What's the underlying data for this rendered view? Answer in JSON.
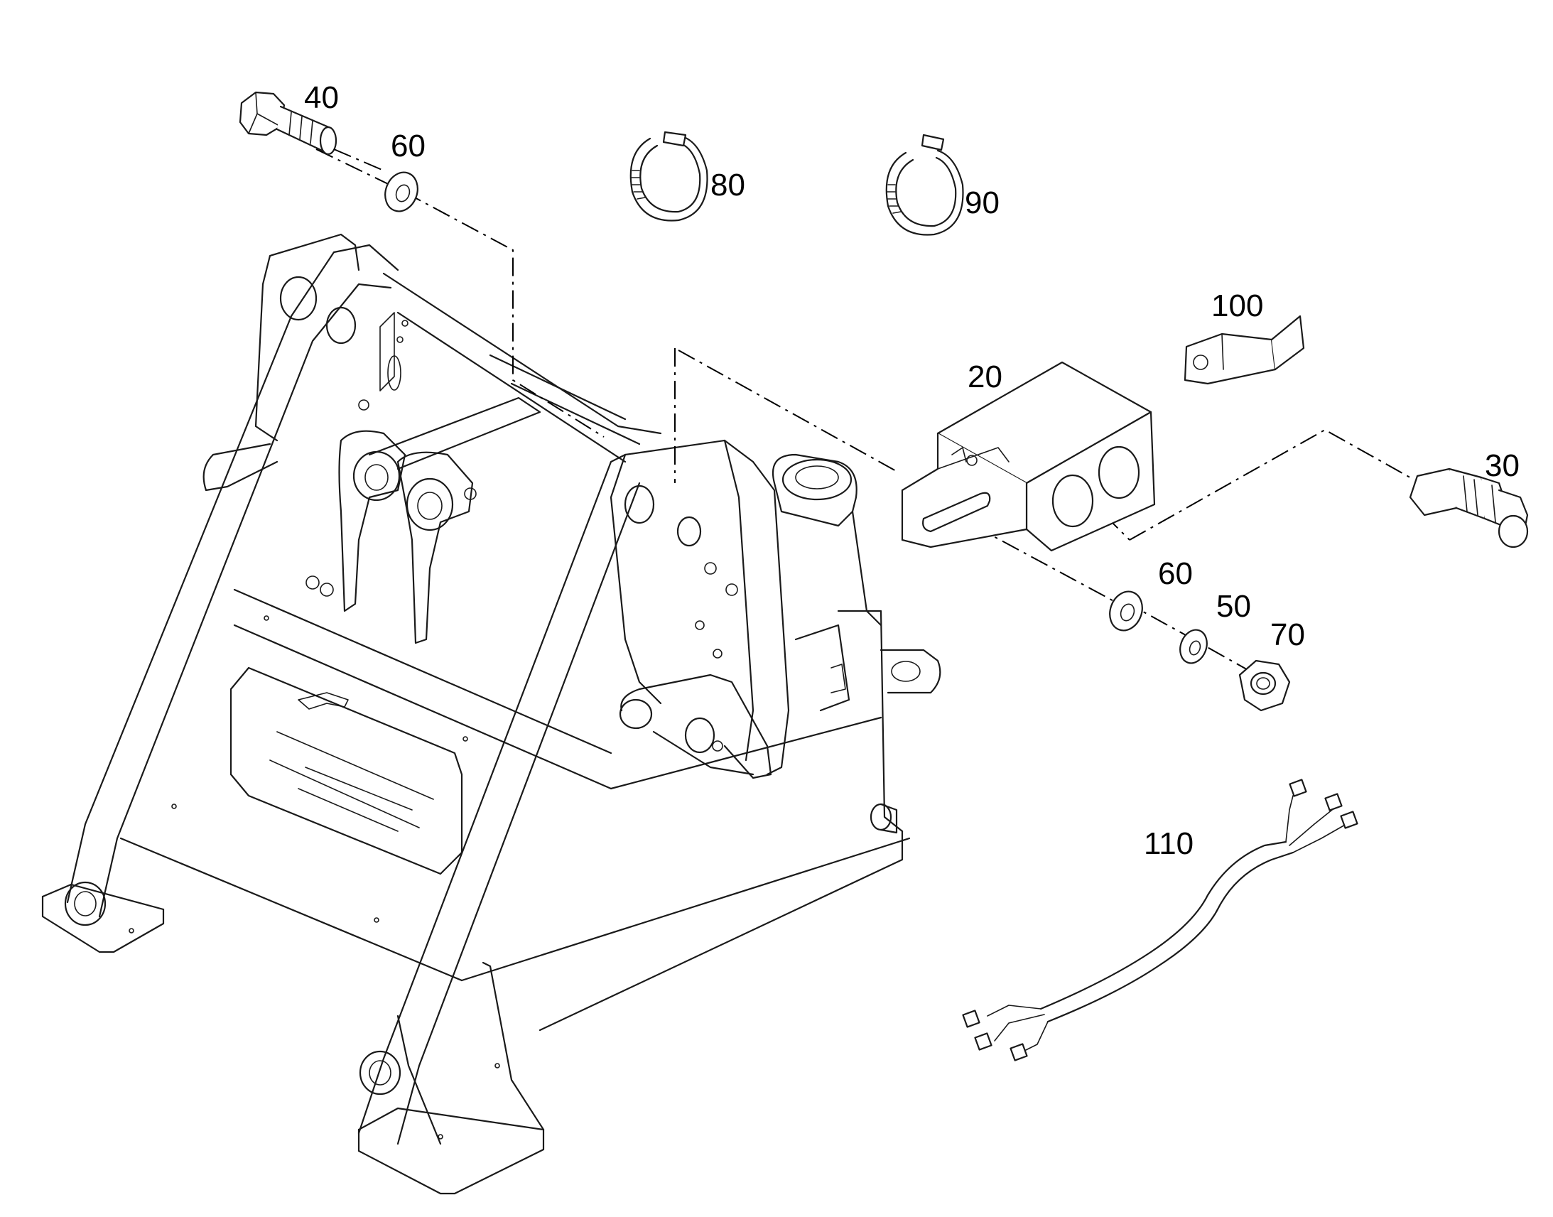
{
  "colors": {
    "background": "#ffffff",
    "line": "#1a1a1a"
  },
  "parts": [
    {
      "id": "bolt",
      "label": "40",
      "icon": "hex-bolt-icon"
    },
    {
      "id": "washer-top",
      "label": "60",
      "icon": "washer-icon"
    },
    {
      "id": "clamp-80",
      "label": "80",
      "icon": "hose-clamp-icon"
    },
    {
      "id": "clamp-90",
      "label": "90",
      "icon": "hose-clamp-icon"
    },
    {
      "id": "clip",
      "label": "100",
      "icon": "clip-icon"
    },
    {
      "id": "bracket",
      "label": "20",
      "icon": "bracket-icon"
    },
    {
      "id": "sensor",
      "label": "30",
      "icon": "proximity-sensor-icon"
    },
    {
      "id": "washer-mid",
      "label": "60",
      "icon": "washer-icon"
    },
    {
      "id": "washer-small",
      "label": "50",
      "icon": "washer-icon"
    },
    {
      "id": "nut",
      "label": "70",
      "icon": "hex-nut-icon"
    },
    {
      "id": "harness",
      "label": "110",
      "icon": "cable-harness-icon"
    }
  ]
}
